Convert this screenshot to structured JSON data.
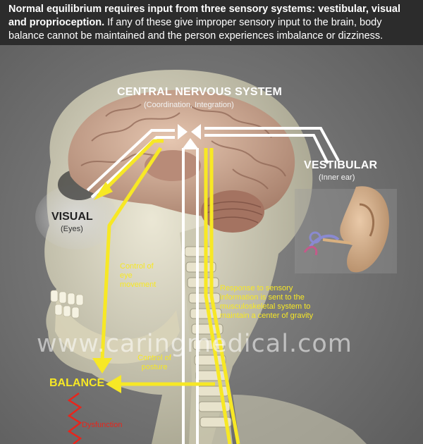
{
  "header": {
    "bold_text": "Normal equilibrium requires input from three sensory systems: vestibular, visual and proprioception.",
    "rest_text": " If any of these give improper sensory input to the brain, body balance cannot be maintained and the person experiences imbalance or dizziness."
  },
  "labels": {
    "cns_title": "CENTRAL NERVOUS SYSTEM",
    "cns_sub": "(Coordination, Integration)",
    "vestibular_title": "VESTIBULAR",
    "vestibular_sub": "(Inner ear)",
    "visual_title": "VISUAL",
    "visual_sub": "(Eyes)",
    "eye_movement": "Control of eye movement",
    "response": "Response to sensory information is sent to the musculoskeletal system to maintain a center of gravity",
    "posture": "Control of posture",
    "balance": "BALANCE",
    "dysfunction": "Dysfunction"
  },
  "watermark": "www.caringmedical.com",
  "colors": {
    "header_bg": "#2c2c2c",
    "pathway_yellow": "#f7e825",
    "pathway_white": "#ffffff",
    "dysfunction_red": "#e8251c"
  }
}
